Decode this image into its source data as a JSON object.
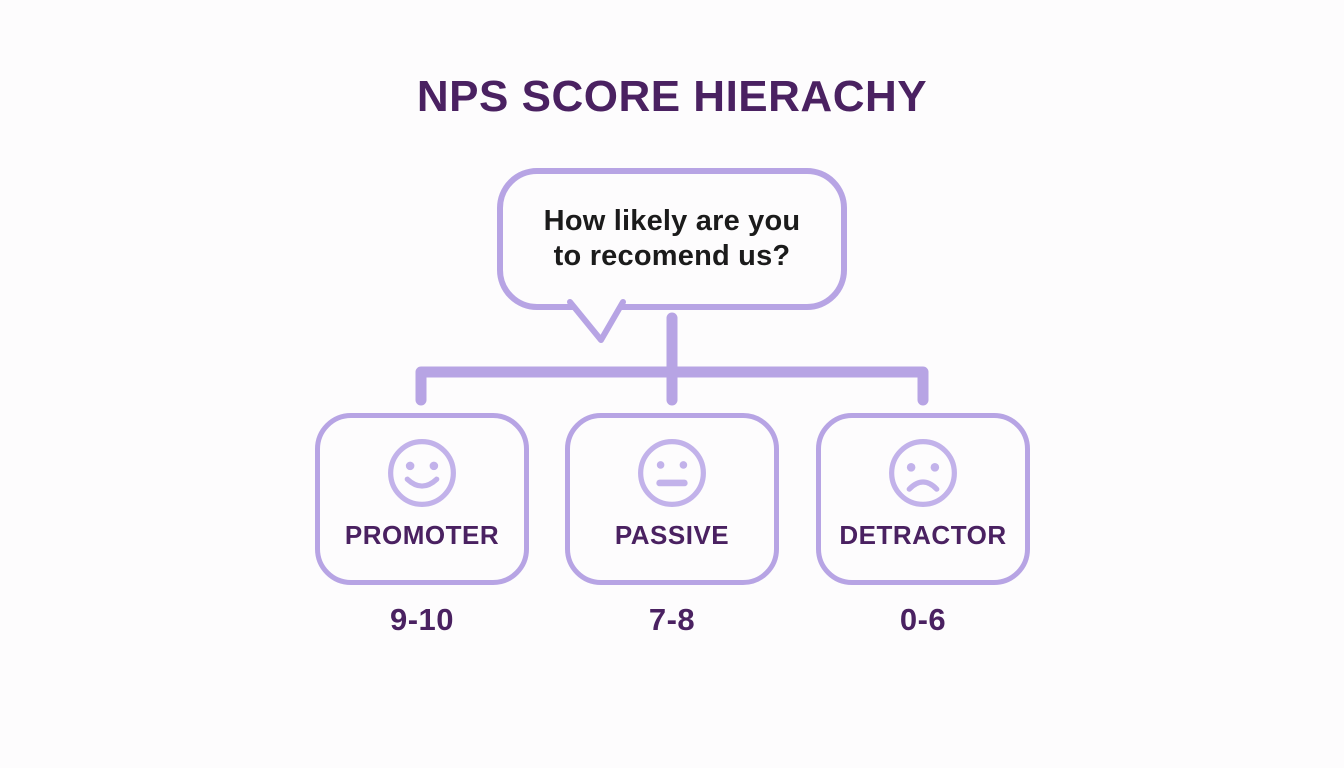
{
  "title": "NPS SCORE HIERACHY",
  "question": {
    "line1": "How likely are you",
    "line2": "to recomend us?"
  },
  "categories": [
    {
      "id": "promoter",
      "label": "PROMOTER",
      "score": "9-10",
      "icon": "happy-face-icon"
    },
    {
      "id": "passive",
      "label": "PASSIVE",
      "score": "7-8",
      "icon": "neutral-face-icon"
    },
    {
      "id": "detractor",
      "label": "DETRACTOR",
      "score": "0-6",
      "icon": "sad-face-icon"
    }
  ],
  "colors": {
    "accent_dark_purple": "#4a2161",
    "accent_lavender": "#b7a4e4",
    "face_lavender": "#c2b2ea",
    "question_text": "#1b1b1b",
    "background": "#fdfcfd"
  }
}
